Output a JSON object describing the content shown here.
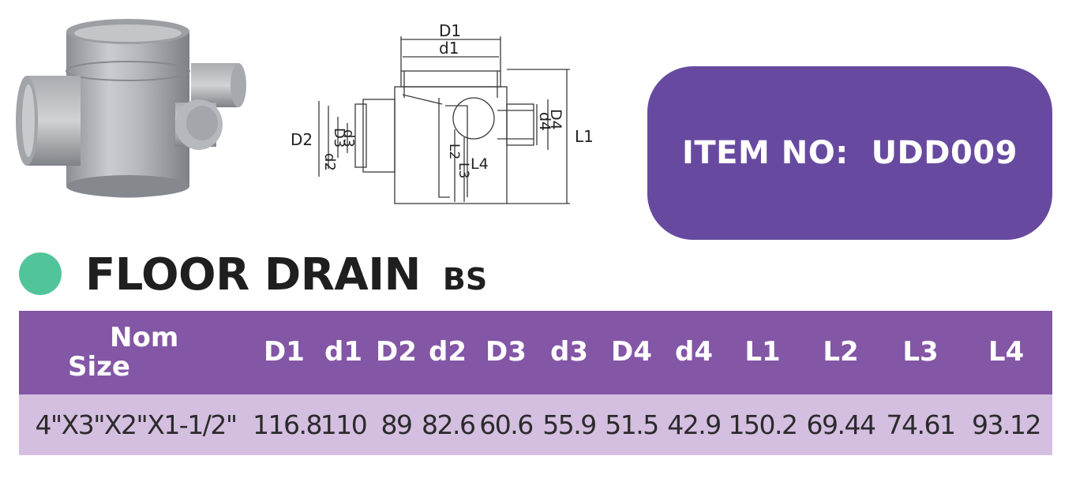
{
  "badge": {
    "label": "ITEM NO:",
    "value": "UDD009"
  },
  "title": {
    "main": "FLOOR DRAIN",
    "sub": "BS"
  },
  "drawing_labels": {
    "D1": "D1",
    "d1": "d1",
    "D2": "D2",
    "d2": "d2",
    "D3": "D3",
    "d3": "d3",
    "D4": "D4",
    "d4": "d4",
    "L1": "L1",
    "L2": "L2",
    "L3": "L3",
    "L4": "L4"
  },
  "table": {
    "nom_label_1": "Nom",
    "nom_label_2": "Size",
    "headers": [
      "D1",
      "d1",
      "D2",
      "d2",
      "D3",
      "d3",
      "D4",
      "d4",
      "L1",
      "L2",
      "L3",
      "L4"
    ],
    "row": {
      "size": "4\"X3\"X2\"X1-1/2\"",
      "values": [
        "116.8",
        "110",
        "89",
        "82.6",
        "60.6",
        "55.9",
        "51.5",
        "42.9",
        "150.2",
        "69.44",
        "74.61",
        "93.12"
      ]
    }
  },
  "colors": {
    "badge": "#674aa0",
    "header": "#8356a6",
    "row": "#d4bfe1",
    "dot": "#52c49a"
  }
}
